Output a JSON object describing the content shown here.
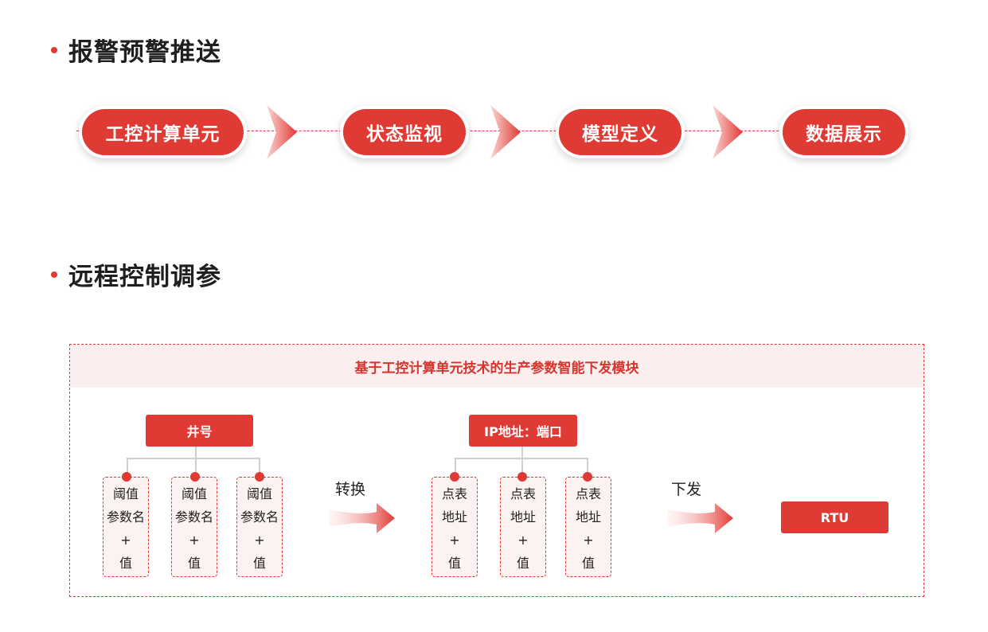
{
  "section1": {
    "title": "报警预警推送"
  },
  "flow": {
    "steps": [
      "工控计算单元",
      "状态监视",
      "模型定义",
      "数据展示"
    ]
  },
  "section2": {
    "title": "远程控制调参"
  },
  "panel": {
    "header": "基于工控计算单元技术的生产参数智能下发模块",
    "left_box": "井号",
    "left_cards": [
      {
        "line1": "阈值",
        "line2": "参数名",
        "line3": "+",
        "line4": "值"
      },
      {
        "line1": "阈值",
        "line2": "参数名",
        "line3": "+",
        "line4": "值"
      },
      {
        "line1": "阈值",
        "line2": "参数名",
        "line3": "+",
        "line4": "值"
      }
    ],
    "arrow1_label": "转换",
    "mid_box": "IP地址：端口",
    "mid_cards": [
      {
        "line1": "点表",
        "line2": "地址",
        "line3": "+",
        "line4": "值"
      },
      {
        "line1": "点表",
        "line2": "地址",
        "line3": "+",
        "line4": "值"
      },
      {
        "line1": "点表",
        "line2": "地址",
        "line3": "+",
        "line4": "值"
      }
    ],
    "arrow2_label": "下发",
    "right_box": "RTU"
  },
  "colors": {
    "accent": "#e03a34",
    "panel_header_bg": "#fbeeee"
  }
}
